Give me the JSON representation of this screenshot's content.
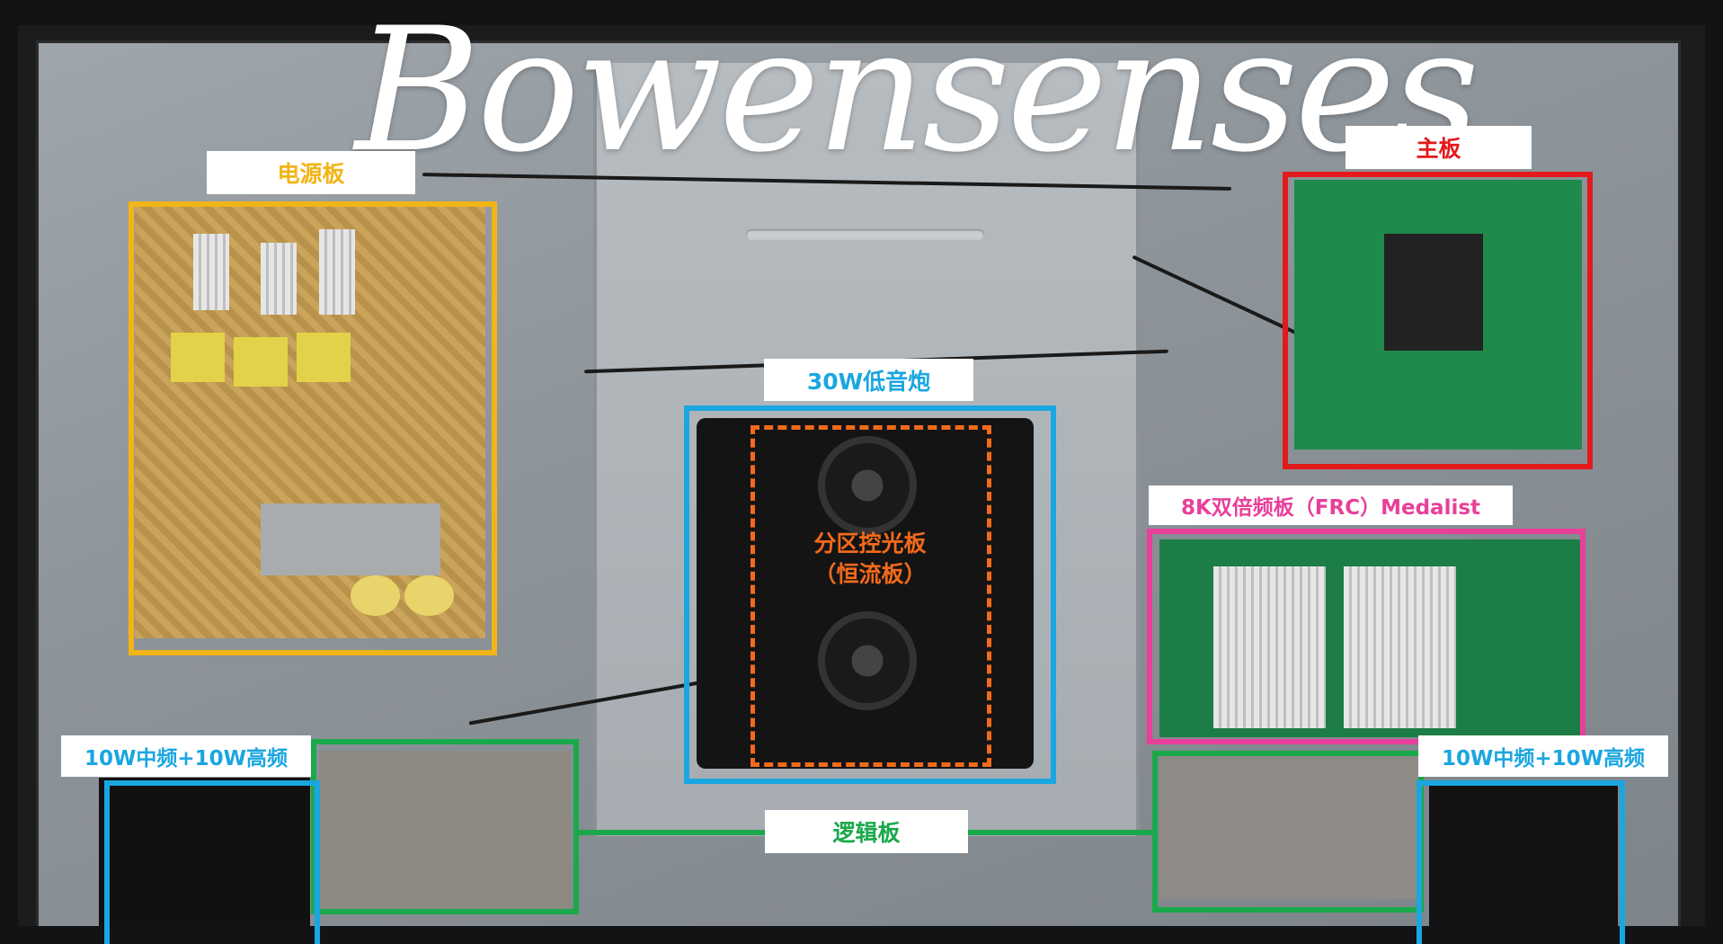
{
  "watermark": {
    "text": "Bowensenses"
  },
  "labels": {
    "power_board": "电源板",
    "main_board": "主板",
    "subwoofer": "30W低音炮",
    "local_dimming_line1": "分区控光板",
    "local_dimming_line2": "（恒流板）",
    "frc_board": "8K双倍频板（FRC）Medalist",
    "left_speaker": "10W中频+10W高频",
    "right_speaker": "10W中频+10W高频",
    "logic_board": "逻辑板"
  },
  "colors": {
    "power_board": "#f2b416",
    "main_board": "#e31a1c",
    "subwoofer": "#1aa6e0",
    "local_dimming": "#f26a1b",
    "frc_board": "#e8409a",
    "speakers": "#1aa6e0",
    "logic_board": "#1aa94a",
    "label_bg": "#ffffff"
  }
}
